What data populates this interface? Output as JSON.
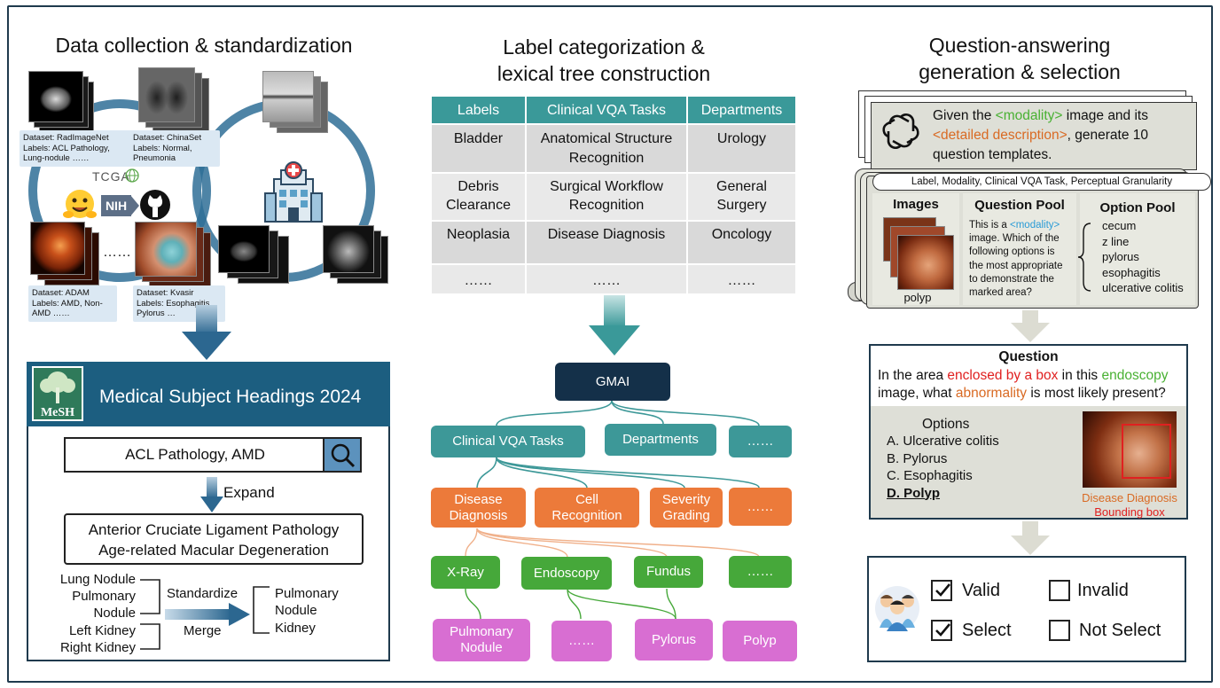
{
  "panel1": {
    "title": "Data collection & standardization",
    "datasets": [
      {
        "line1": "Dataset: RadImageNet",
        "line2": "Labels: ACL Pathology,",
        "line3": "Lung-nodule ……"
      },
      {
        "line1": "Dataset: ChinaSet",
        "line2": "Labels: Normal,",
        "line3": "Pneumonia"
      },
      {
        "line1": "Dataset: ADAM",
        "line2": "Labels: AMD, Non-",
        "line3": "AMD ……"
      },
      {
        "line1": "Dataset: Kvasir",
        "line2": "Labels: Esophagitis,",
        "line3": "Pylorus …"
      }
    ],
    "tcga": "TCGA",
    "nih": "NIH",
    "ellipsis": "……",
    "mesh_logo": "MeSH",
    "mesh_title": "Medical Subject Headings 2024",
    "search_value": "ACL Pathology, AMD",
    "expand_label": "Expand",
    "expanded_line1": "Anterior Cruciate Ligament Pathology",
    "expanded_line2": "Age-related Macular Degeneration",
    "left_terms": [
      "Lung Nodule",
      "Pulmonary",
      "Nodule",
      "Left Kidney",
      "Right Kidney"
    ],
    "standardize_label": "Standardize",
    "merge_label": "Merge",
    "right_terms": [
      "Pulmonary",
      "Nodule",
      "Kidney"
    ]
  },
  "panel2": {
    "title_line1": "Label categorization &",
    "title_line2": "lexical tree construction",
    "table_headers": [
      "Labels",
      "Clinical VQA Tasks",
      "Departments"
    ],
    "table_rows": [
      {
        "label_1": "Bladder",
        "label_2": "",
        "task_1": "Anatomical Structure",
        "task_2": "Recognition",
        "dept_1": "Urology",
        "dept_2": ""
      },
      {
        "label_1": "Debris",
        "label_2": "Clearance",
        "task_1": "Surgical Workflow",
        "task_2": "Recognition",
        "dept_1": "General",
        "dept_2": "Surgery"
      },
      {
        "label_1": "Neoplasia",
        "label_2": "",
        "task_1": "Disease Diagnosis",
        "task_2": "",
        "dept_1": "Oncology",
        "dept_2": ""
      },
      {
        "label_1": "……",
        "label_2": "",
        "task_1": "……",
        "task_2": "",
        "dept_1": "……",
        "dept_2": ""
      }
    ],
    "tree": {
      "root": "GMAI",
      "level1": [
        "Clinical VQA Tasks",
        "Departments",
        "……"
      ],
      "level2": [
        {
          "l1": "Disease",
          "l2": "Diagnosis"
        },
        {
          "l1": "Cell",
          "l2": "Recognition"
        },
        {
          "l1": "Severity",
          "l2": "Grading"
        },
        {
          "l1": "……",
          "l2": ""
        }
      ],
      "level3": [
        "X-Ray",
        "Endoscopy",
        "Fundus",
        "……"
      ],
      "level4": [
        {
          "l1": "Pulmonary",
          "l2": "Nodule"
        },
        {
          "l1": "……",
          "l2": ""
        },
        {
          "l1": "Pylorus",
          "l2": ""
        },
        {
          "l1": "Polyp",
          "l2": ""
        }
      ]
    }
  },
  "panel3": {
    "title_line1": "Question-answering",
    "title_line2": "generation & selection",
    "prompt_pre": "Given the ",
    "prompt_modality": "<modality>",
    "prompt_mid": " image and its",
    "prompt_detail": "<detailed description>",
    "prompt_post": ", generate 10",
    "prompt_line3": "question templates.",
    "attr_bar": "Label, Modality, Clinical VQA Task, Perceptual Granularity",
    "images_title": "Images",
    "image_caption": "polyp",
    "qpool_title": "Question Pool",
    "qpool_pre": "This is a ",
    "qpool_modality": "<modality>",
    "qpool_rest": [
      "image. Which of the",
      "following options is",
      "the most appropriate",
      "to demonstrate the",
      "marked area?"
    ],
    "opool_title": "Option Pool",
    "opool_items": [
      "cecum",
      "z line",
      "pylorus",
      "esophagitis",
      "ulcerative colitis"
    ],
    "question_title": "Question",
    "q_pre": "In the area ",
    "q_red": "enclosed by a box",
    "q_mid": " in this ",
    "q_green": "endoscopy",
    "q_line2_pre": "image, what ",
    "q_orange": "abnormality",
    "q_line2_post": " is most likely present?",
    "options_title": "Options",
    "options": [
      "A. Ulcerative colitis",
      "B. Pylorus",
      "C. Esophagitis",
      "D. Polyp"
    ],
    "tag_task": "Disease Diagnosis",
    "tag_granularity": "Bounding box",
    "checks": [
      {
        "label": "Valid",
        "checked": true
      },
      {
        "label": "Invalid",
        "checked": false
      },
      {
        "label": "Select",
        "checked": true
      },
      {
        "label": "Not Select",
        "checked": false
      }
    ]
  },
  "colors": {
    "teal": "#3a9999",
    "navy": "#143049",
    "orange": "#ec7a3a",
    "green": "#46a83a",
    "pink": "#d86ed2",
    "mesh_blue": "#1c5e80",
    "highlight_green": "#49b133",
    "highlight_orange": "#d96a23",
    "highlight_blue": "#2a9bd6",
    "highlight_red": "#e02020"
  }
}
